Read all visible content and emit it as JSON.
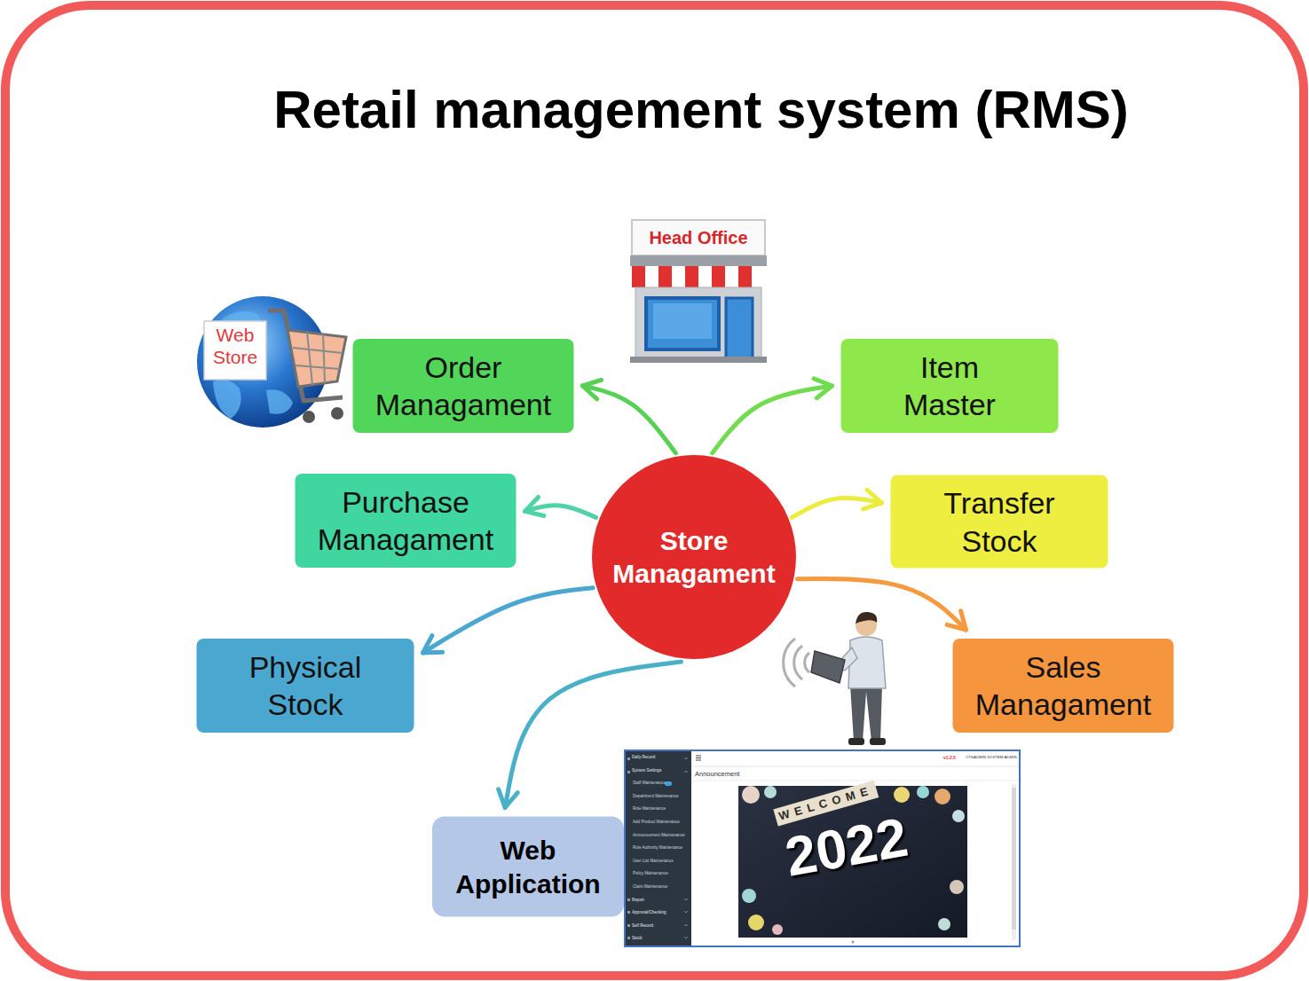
{
  "diagram": {
    "title": "Retail management system (RMS)",
    "nodes": [
      {
        "text": [
          "Order Managament"
        ]
      },
      {
        "text": [
          "Item Master"
        ]
      },
      {
        "text": [
          "Purchase Managament"
        ]
      },
      {
        "text": [
          "Store Managament"
        ]
      },
      {
        "text": [
          "Transfer Stock"
        ]
      },
      {
        "text": [
          "Physical Stock"
        ]
      },
      {
        "text": [
          "Sales Managament"
        ]
      },
      {
        "text": [
          "Web Application"
        ]
      }
    ],
    "edges": [
      {
        "from": 3,
        "to": 0,
        "arrow": "to"
      },
      {
        "from": 3,
        "to": 1,
        "arrow": "to"
      },
      {
        "from": 3,
        "to": 2,
        "arrow": "to"
      },
      {
        "from": 3,
        "to": 4,
        "arrow": "to"
      },
      {
        "from": 3,
        "to": 5,
        "arrow": "to"
      },
      {
        "from": 3,
        "to": 6,
        "arrow": "to"
      },
      {
        "from": 3,
        "to": 7,
        "arrow": "to"
      }
    ],
    "labels": [
      "Head Office",
      "Web Store",
      "Daily Record",
      "System Settings",
      "Staff Maintenance",
      "Department Maintenance",
      "Role Maintenance",
      "Add Product Maintenance",
      "Announcement Maintenance",
      "Role Authority Maintenance",
      "User List Maintenance",
      "Policy Maintenance",
      "Claim Maintenance",
      "Report",
      "Approval/Checking",
      "Self Record",
      "Stock",
      "v1.2.5",
      "OTSADMIN SYSTEM ADMIN",
      "Announcement",
      "WELCOME",
      "2022"
    ]
  }
}
